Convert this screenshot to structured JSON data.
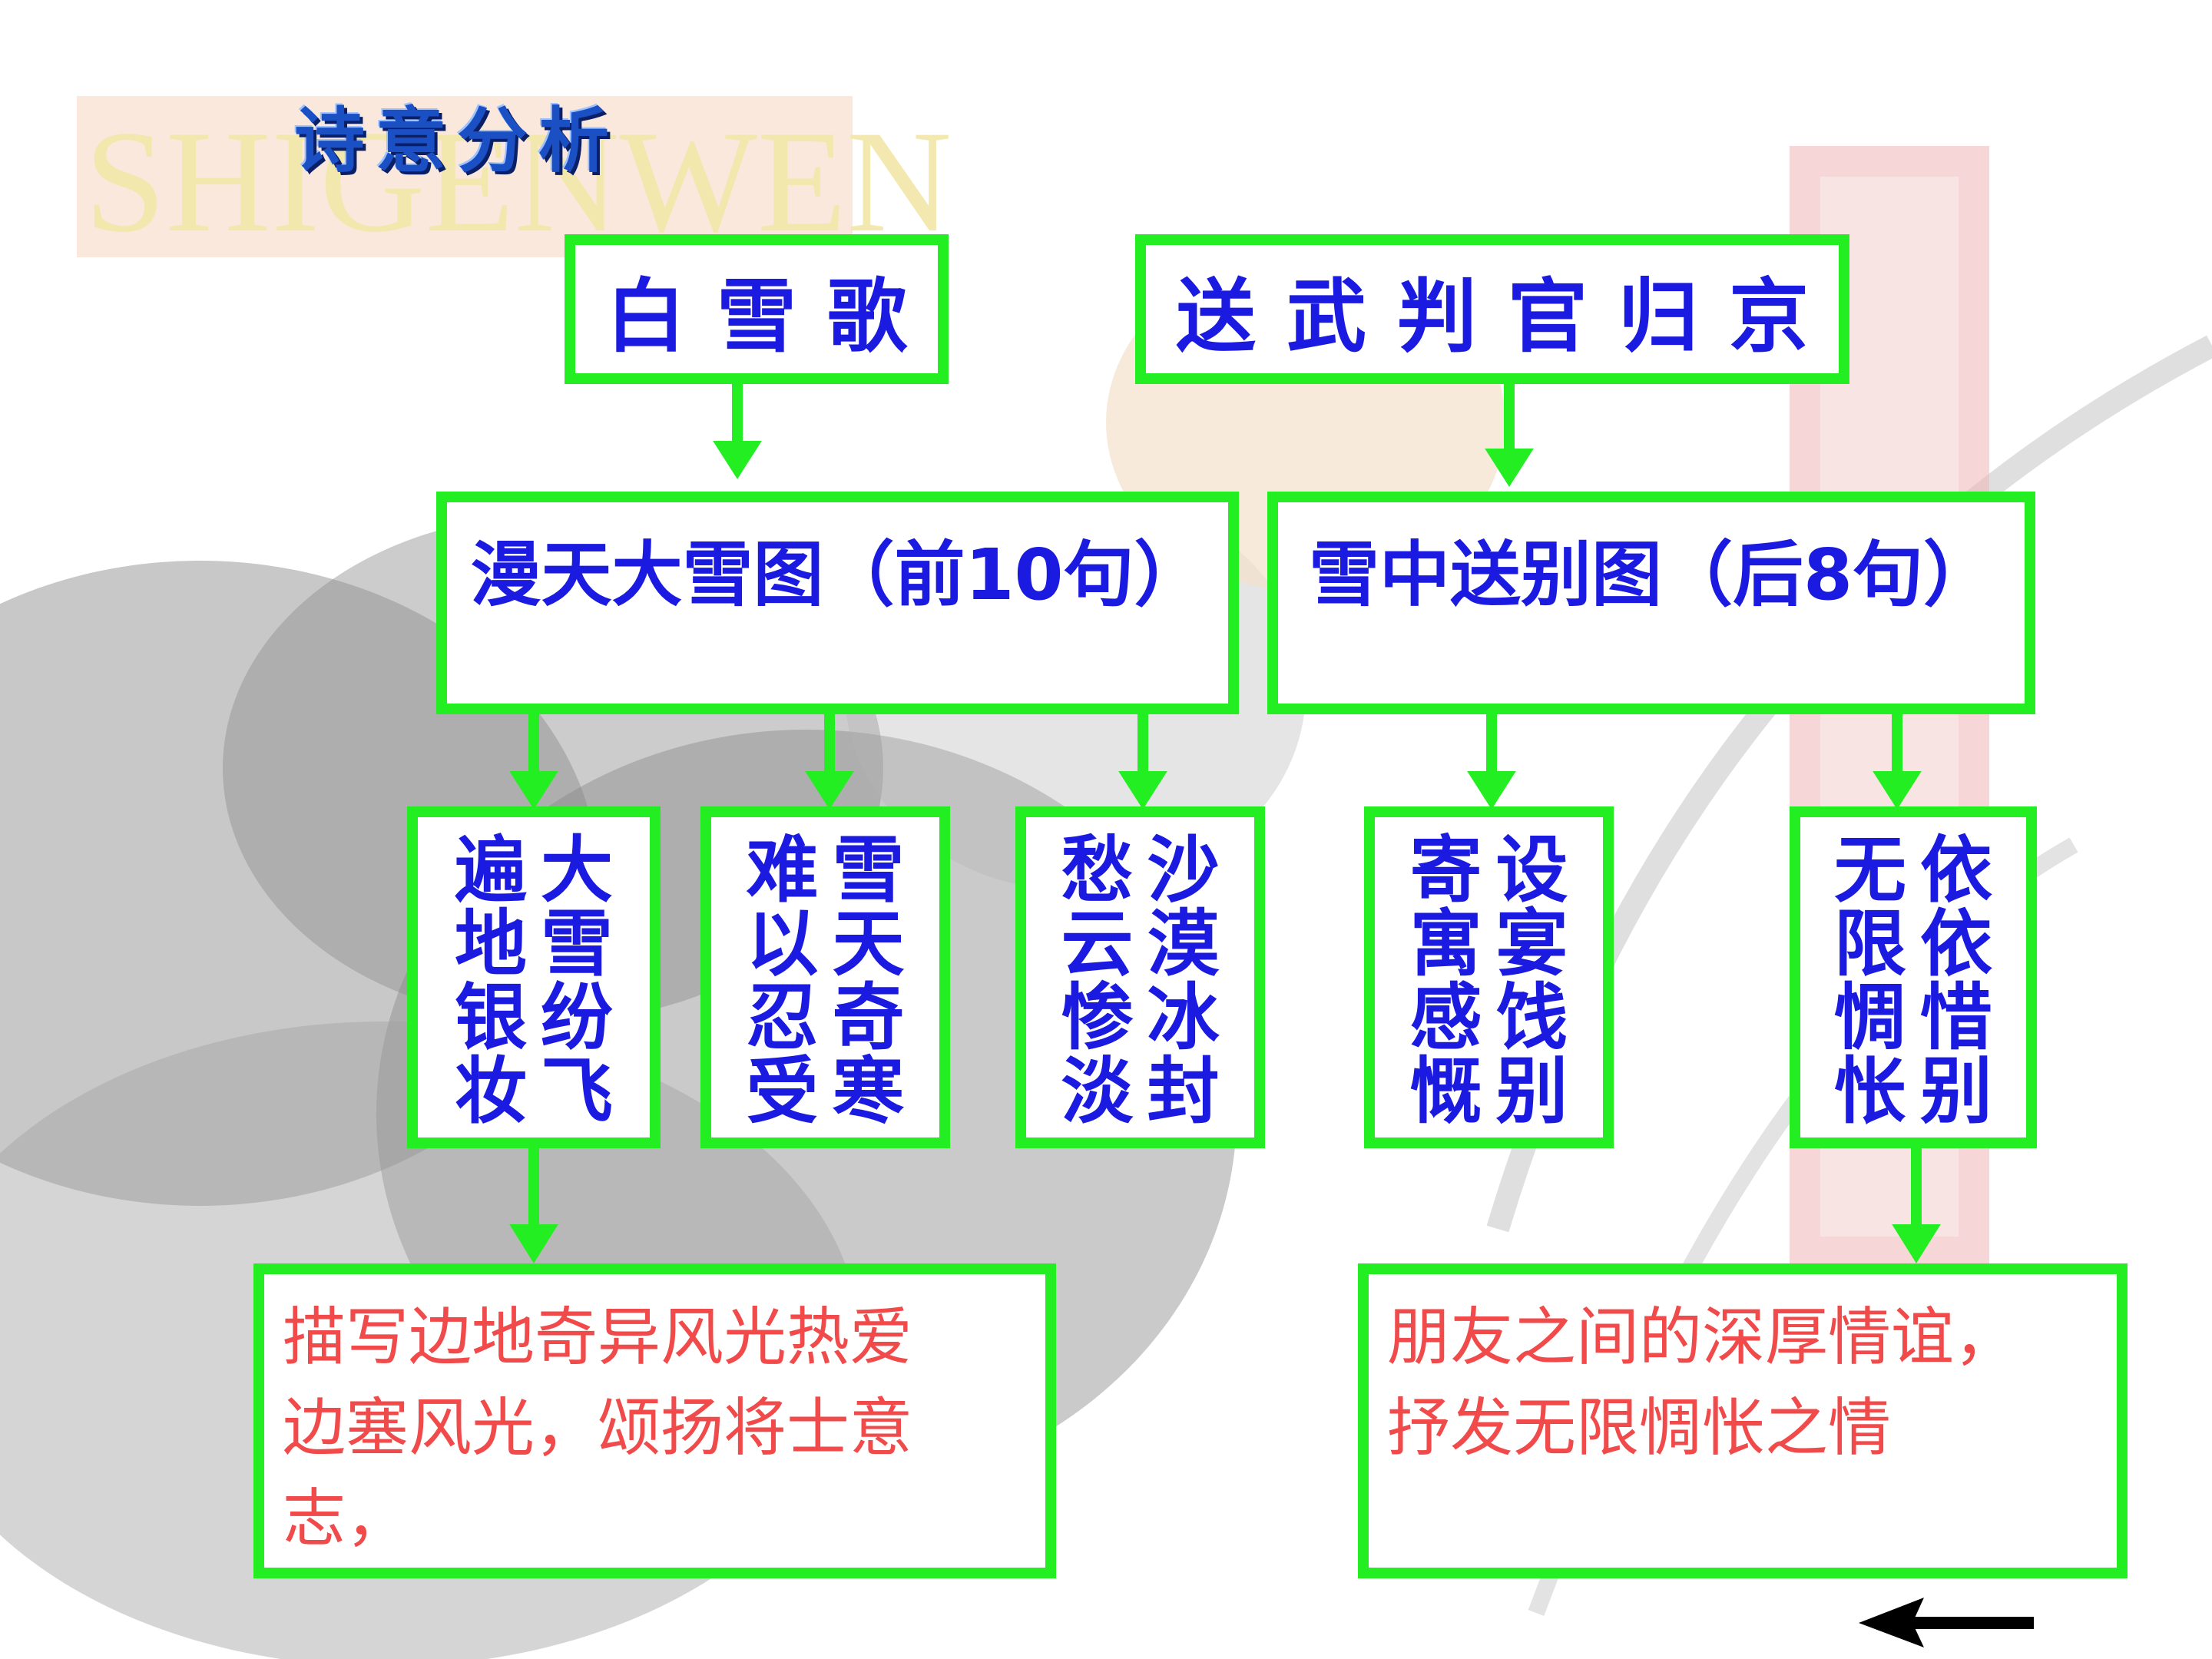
{
  "slide_title": "诗意分析",
  "background_text": "SHIGENWEN",
  "poems": [
    {
      "title": "白雪歌"
    },
    {
      "title": "送武判官归京"
    }
  ],
  "scenes": [
    {
      "label": "漫天大雪图（前10句）"
    },
    {
      "label": "雪中送别图（后8句）"
    }
  ],
  "phrases": [
    {
      "col1": "大雪纷飞",
      "col2": "遍地银妆"
    },
    {
      "col1": "雪天奇寒",
      "col2": "难以忍受"
    },
    {
      "col1": "沙漠冰封",
      "col2": "愁云惨淡"
    },
    {
      "col1": "设宴饯别",
      "col2": "寄寓感慨"
    },
    {
      "col1": "依依惜别",
      "col2": "无限惆怅"
    }
  ],
  "summaries": [
    {
      "line1": "描写边地奇异风光热爱",
      "line2": "边塞风光，颂扬将士意",
      "line3": "志，"
    },
    {
      "line1": "朋友之间的深厚情谊，",
      "line2": "抒发无限惆怅之情",
      "line3": ""
    }
  ],
  "colors": {
    "box_border": "#22ee22",
    "blue_text": "#1a1ae0",
    "red_text": "#f04a4a",
    "title_blue": "#1b4fc4"
  },
  "nav": {
    "icon": "arrow-left-icon"
  }
}
